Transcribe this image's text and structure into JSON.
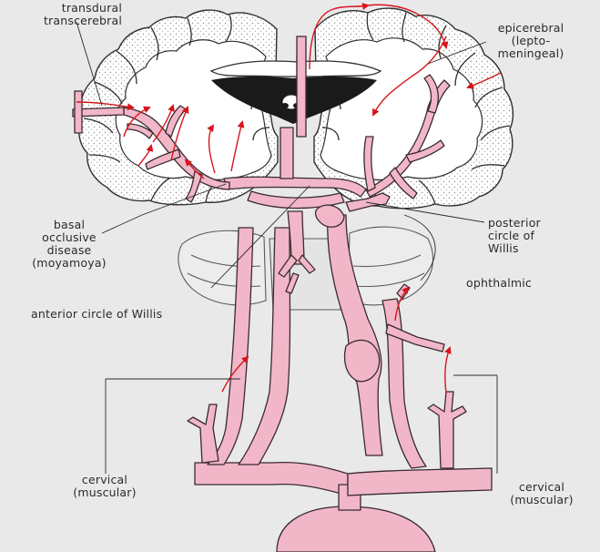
{
  "labels": {
    "transdural": [
      "transdural",
      "transcerebral"
    ],
    "epicerebral": [
      "epicerebral",
      "(lepto-",
      "meningeal)"
    ],
    "basal": [
      "basal",
      "occlusive",
      "disease",
      "(moyamoya)"
    ],
    "posterior": [
      "posterior",
      "circle of",
      "Willis"
    ],
    "ophthalmic": "ophthalmic",
    "anterior": "anterior circle of Willis",
    "cervical_left": [
      "cervical",
      "(muscular)"
    ],
    "cervical_right": [
      "cervical",
      "(muscular)"
    ]
  },
  "colors": {
    "background": "#e9e9ea",
    "vessel_fill": "#f1b7c8",
    "vessel_stroke": "#3a2a2e",
    "arrow": "#d8141c",
    "brain_fill": "#ffffff",
    "cortex_stipple": "#9a9a9a",
    "ventricle": "#1a1a1a"
  }
}
